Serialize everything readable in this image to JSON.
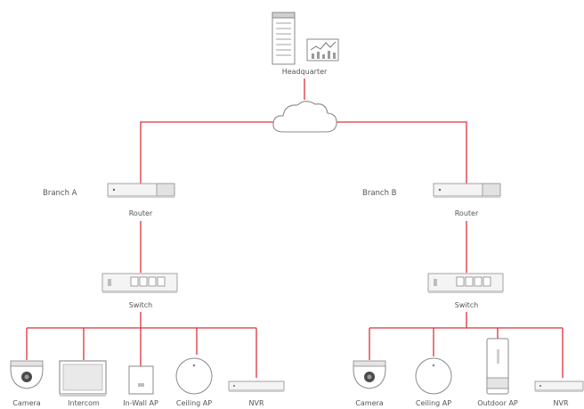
{
  "hq": {
    "label": "Headquarter",
    "building_icon": "building-icon",
    "chart_icon": "analytics-chart-icon"
  },
  "cloud": {
    "icon": "cloud-icon"
  },
  "branch_a": {
    "name": "Branch A",
    "router_label": "Router",
    "switch_label": "Switch",
    "devices": [
      "Camera",
      "Intercom",
      "In-Wall AP",
      "Ceiling AP",
      "NVR"
    ]
  },
  "branch_b": {
    "name": "Branch B",
    "router_label": "Router",
    "switch_label": "Switch",
    "devices": [
      "Camera",
      "Ceiling AP",
      "Outdoor AP",
      "NVR"
    ]
  },
  "colors": {
    "link": "#d9343a",
    "device_stroke": "#9a9a9a",
    "text": "#555555"
  }
}
